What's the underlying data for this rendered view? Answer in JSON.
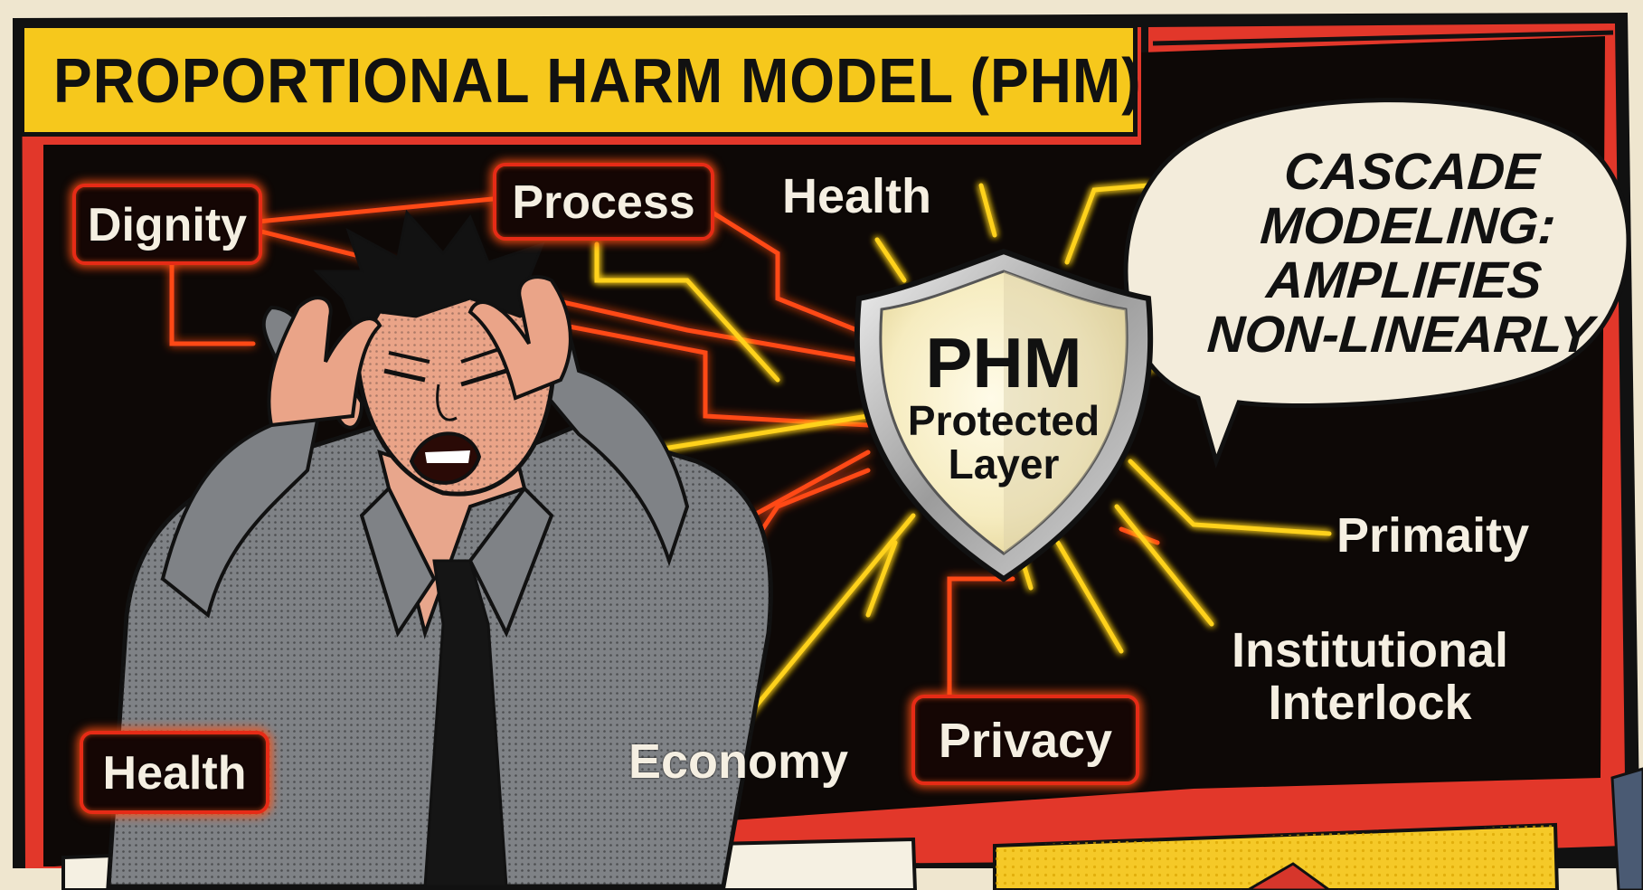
{
  "title": "PROPORTIONAL HARM MODEL (PHM)",
  "nodes": {
    "dignity": "Dignity",
    "process": "Process",
    "health_top": "Health",
    "health_bottom": "Health",
    "economy": "Economy",
    "privacy": "Privacy",
    "primaity": "Primaity",
    "institutional": "Institutional",
    "interlock": "Interlock"
  },
  "shield": {
    "line1": "PHM",
    "line2": "Protected",
    "line3": "Layer"
  },
  "bubble": {
    "line1": "CASCADE",
    "line2": "MODELING:",
    "line3": "AMPLIFIES",
    "line4": "NON-LINEARLY"
  },
  "colors": {
    "title_bg": "#f6c81c",
    "panel_bg": "#0d0806",
    "panel_border": "#e2372a",
    "glow_red": "#ff3a12",
    "glow_yellow": "#ffd21a",
    "page_bg": "#efe6cf"
  }
}
